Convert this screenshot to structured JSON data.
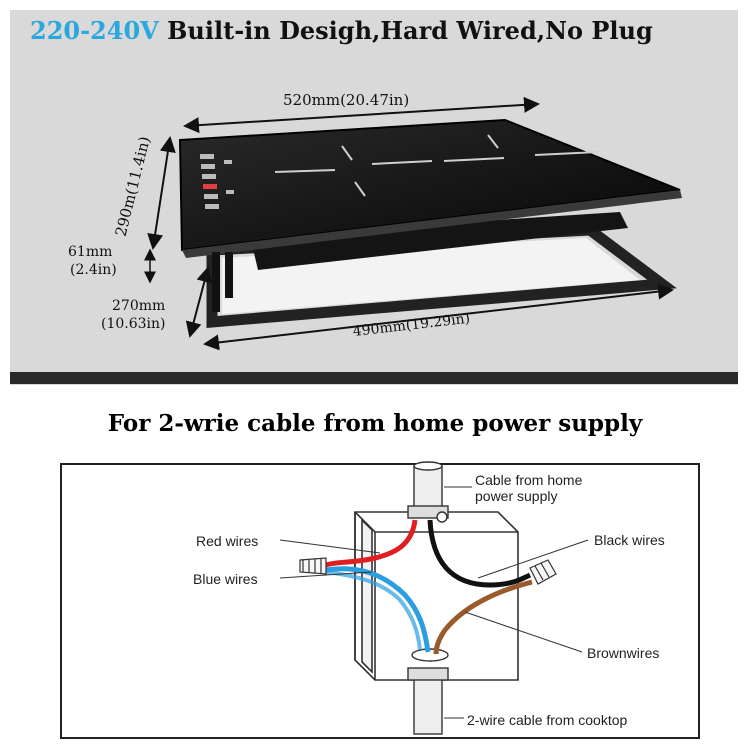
{
  "header": {
    "voltage": "220-240V",
    "title": "Built-in Desigh,Hard Wired,No Plug",
    "voltage_color": "#2aa7df"
  },
  "dimensions": {
    "top_width": "520mm(20.47in)",
    "depth": "290m(11.4in)",
    "height_mm": "61mm",
    "height_in": "(2.4in)",
    "cutout_depth_mm": "270mm",
    "cutout_depth_in": "(10.63in)",
    "cutout_width": "490mm(19.29in)"
  },
  "wiring": {
    "section_title": "For 2-wrie cable from home power supply",
    "labels": {
      "cable_home": "Cable from home",
      "cable_home_2": "power supply",
      "red": "Red wires",
      "blue": "Blue wires",
      "black": "Black wires",
      "brown": "Brownwires",
      "cooktop": "2-wire cable from cooktop"
    },
    "colors": {
      "red": "#e02020",
      "blue": "#2a9ee0",
      "black": "#111111",
      "brown": "#9a5a2a"
    }
  }
}
